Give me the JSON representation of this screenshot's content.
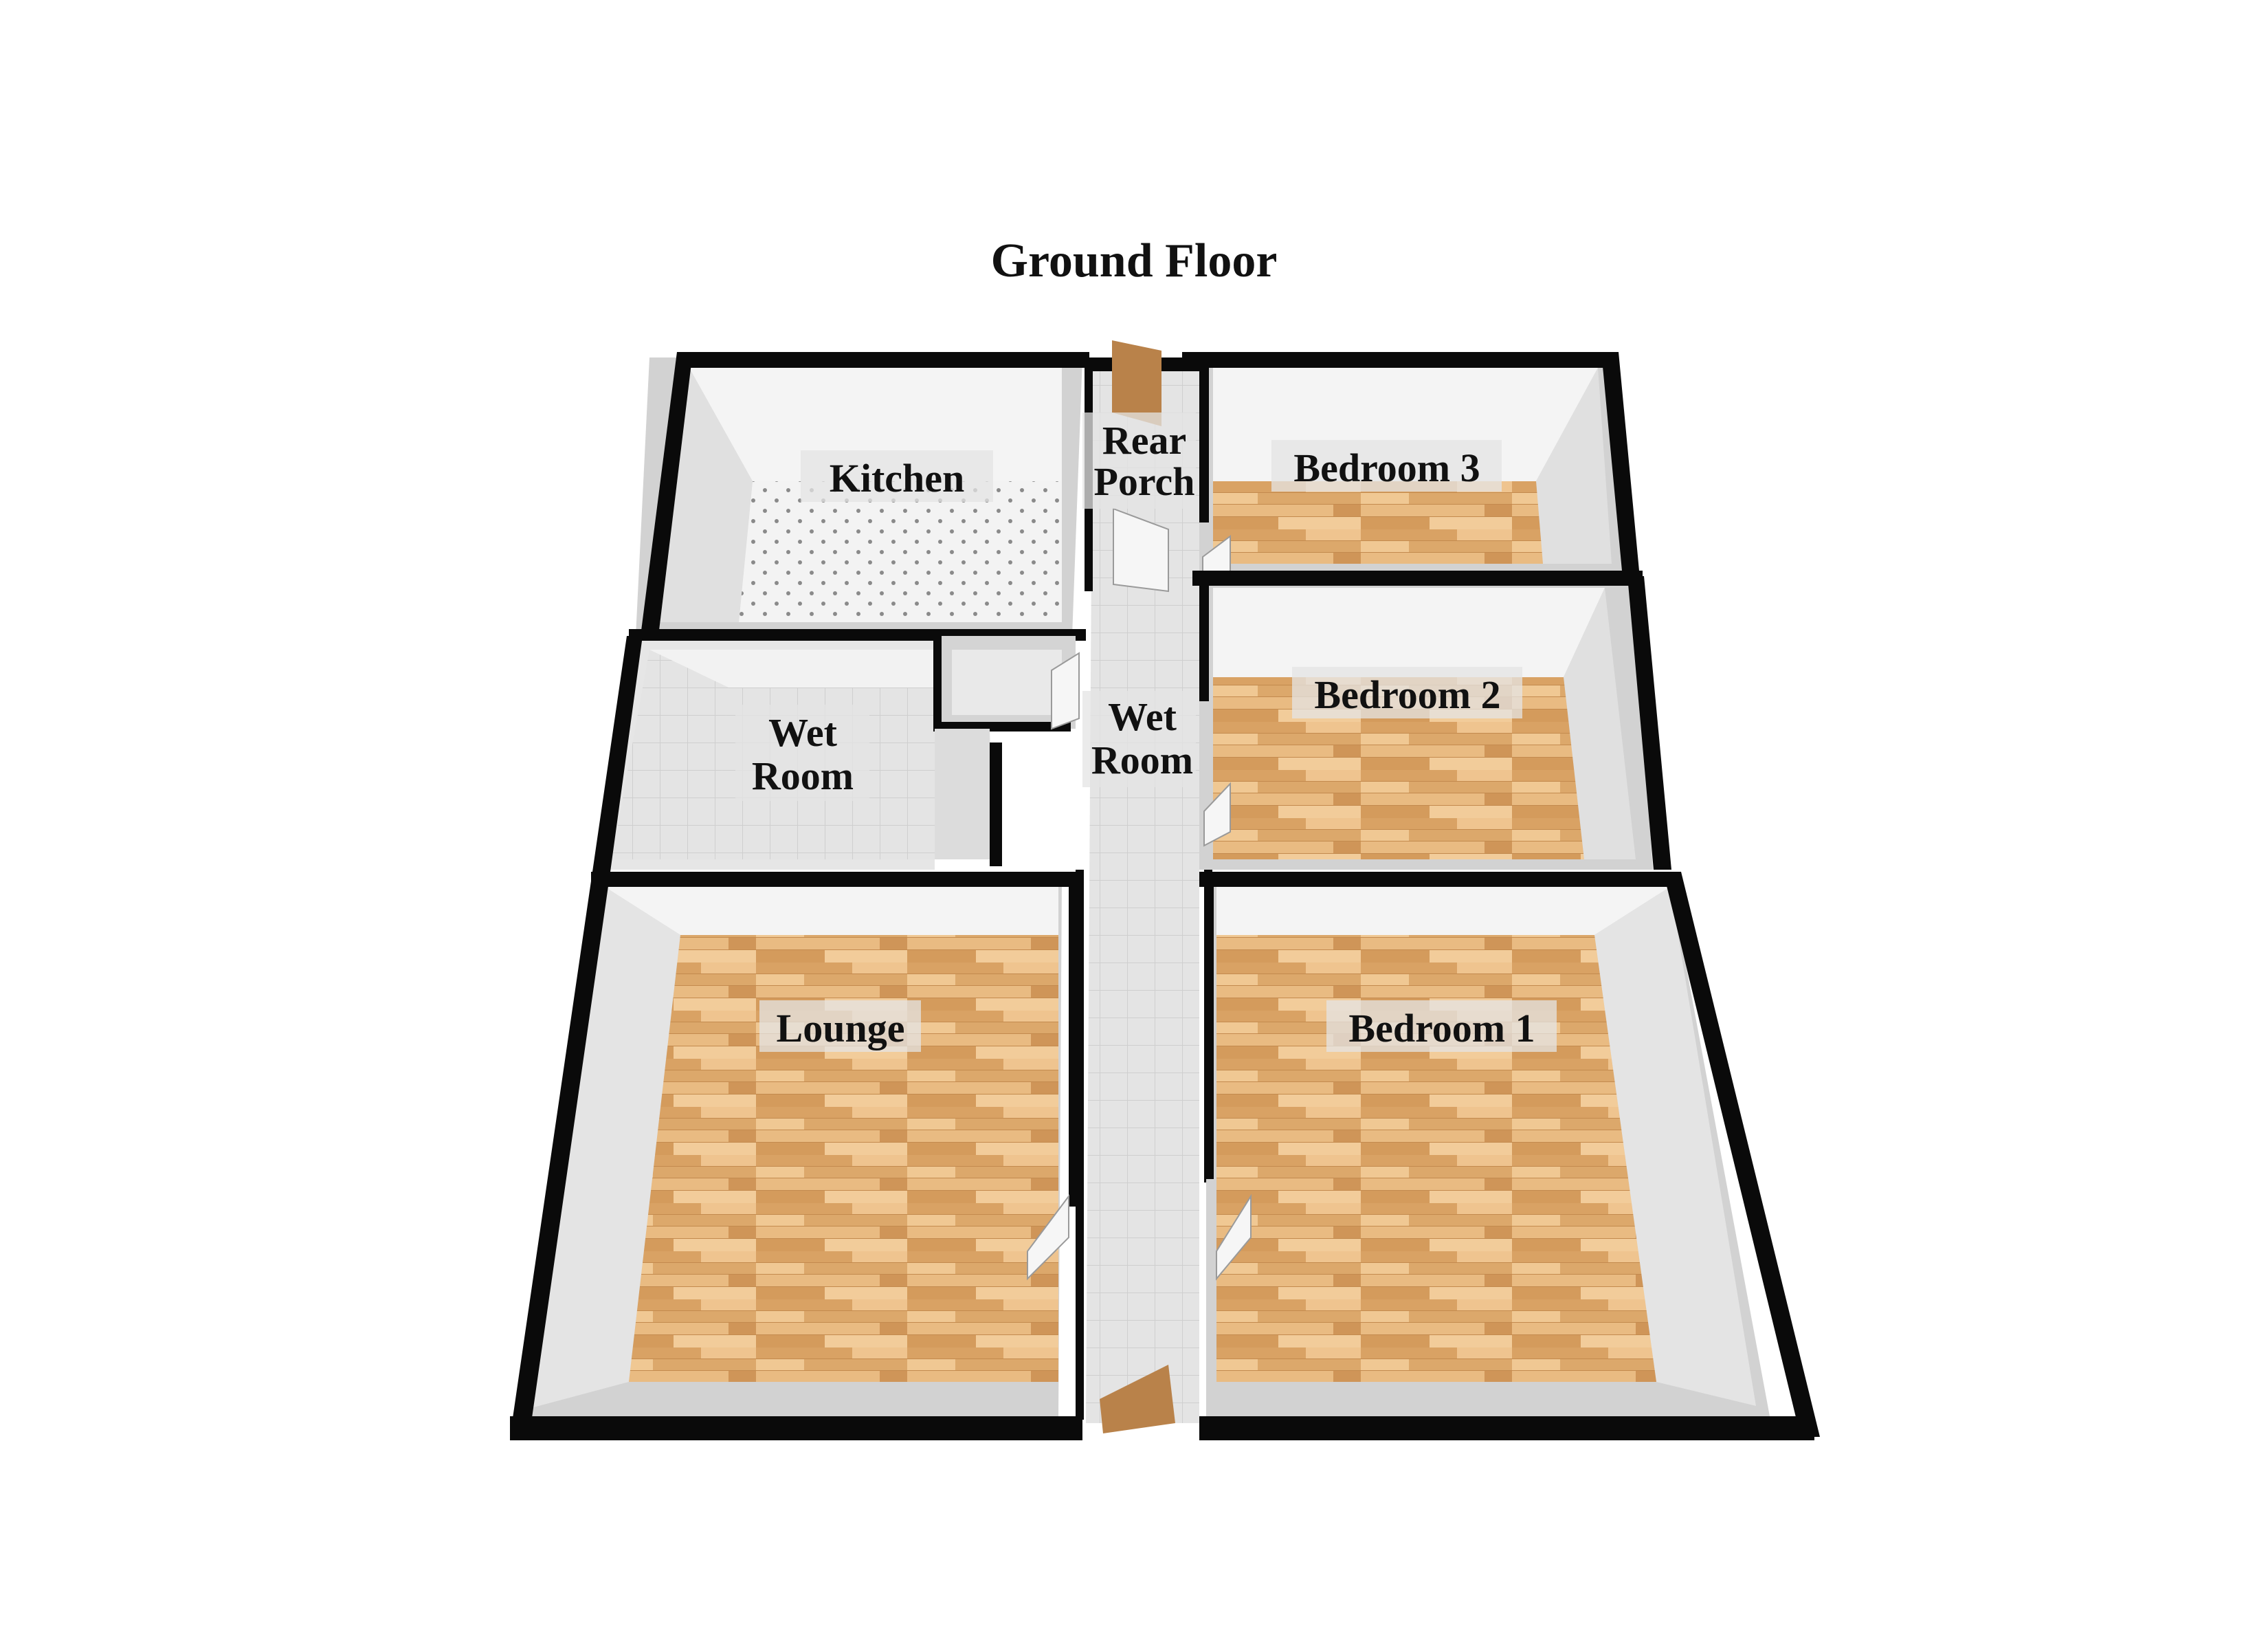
{
  "title": "Ground Floor",
  "rooms": {
    "kitchen": "Kitchen",
    "rear_porch_line1": "Rear",
    "rear_porch_line2": "Porch",
    "bedroom3": "Bedroom 3",
    "bedroom2": "Bedroom 2",
    "wet_room_left_line1": "Wet",
    "wet_room_left_line2": "Room",
    "wet_room_hall_line1": "Wet",
    "wet_room_hall_line2": "Room",
    "lounge": "Lounge",
    "bedroom1": "Bedroom 1"
  },
  "colors": {
    "wall": "#0a0a0a",
    "wood_floor": "#e2b27a",
    "wood_grain": "#c98f4f",
    "tile_floor": "#e3e3e3",
    "kitchen_floor": "#f2f2f2",
    "inner_wall": "#d9d9d9",
    "door": "#b9824a"
  }
}
